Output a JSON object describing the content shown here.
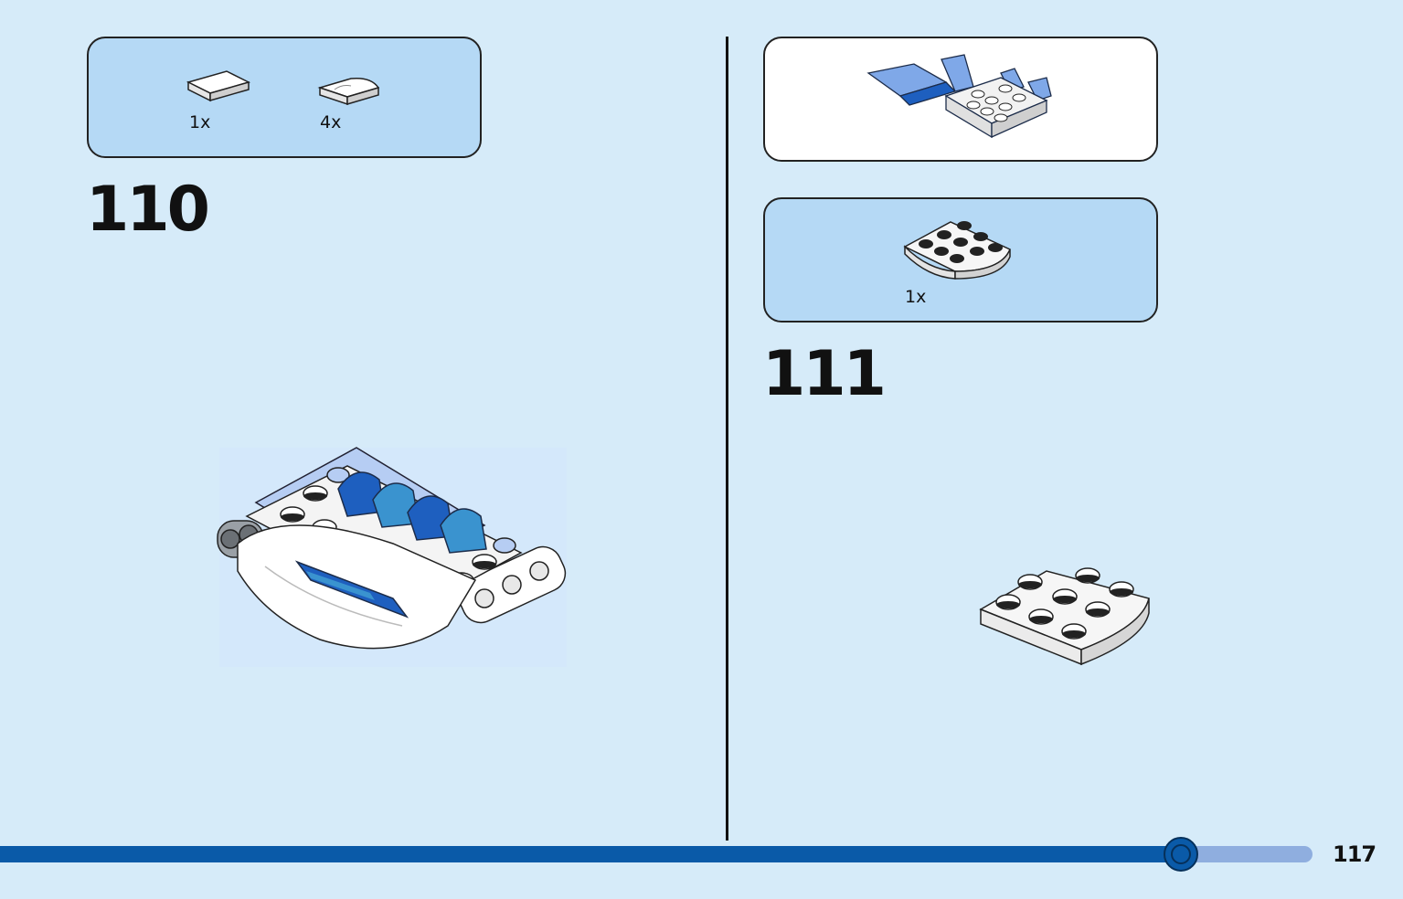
{
  "steps": [
    {
      "number": "110",
      "parts": [
        {
          "qty": "1x",
          "icon": "tile-1x2-icon"
        },
        {
          "qty": "4x",
          "icon": "curved-slope-icon"
        }
      ],
      "model_icon": "assembled-vehicle-icon"
    },
    {
      "number": "111",
      "preview_icon": "subassembly-preview-icon",
      "parts": [
        {
          "qty": "1x",
          "icon": "round-corner-plate-icon"
        }
      ],
      "model_icon": "round-corner-plate-placed-icon"
    }
  ],
  "footer": {
    "page_number": "117",
    "progress": 0.9
  },
  "colors": {
    "background": "#d6ebf9",
    "parts_box": "#b5d9f5",
    "progress_fill": "#0a5aa8",
    "progress_track": "#8faedf"
  }
}
